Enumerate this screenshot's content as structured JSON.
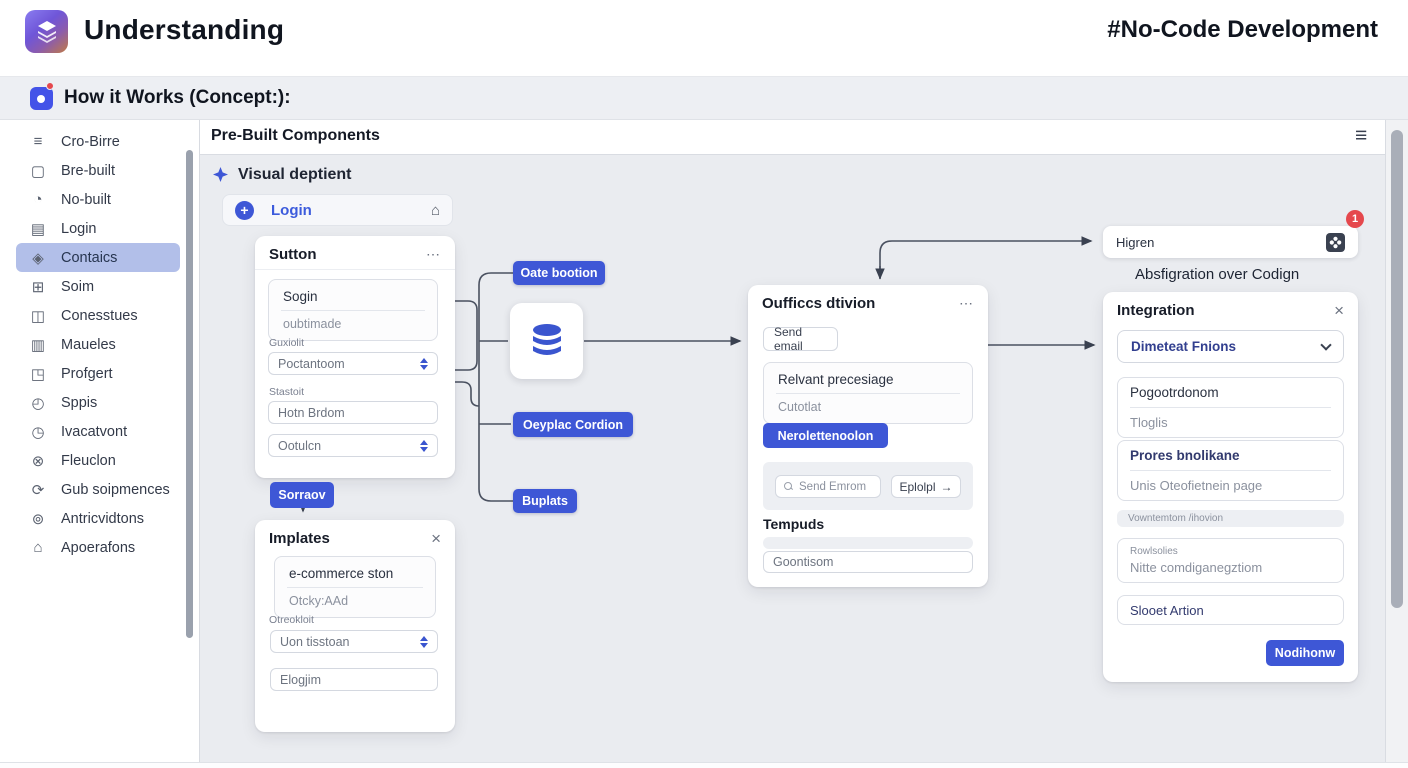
{
  "colors": {
    "accent_blue": "#3e57d6",
    "db_blue": "#3a55cf",
    "badge_red": "#e5484d",
    "selected_item_bg": "#b2bfe9",
    "connector": "#454c5c"
  },
  "header": {
    "title": "Understanding",
    "tag": "#No-Code Development"
  },
  "subheader": {
    "title": "How it Works (Concept:):"
  },
  "sidebar": {
    "selected_index": 4,
    "items": [
      {
        "label": "Cro-Birre",
        "icon": "≡",
        "name": "list"
      },
      {
        "label": "Bre-built",
        "icon": "▢",
        "name": "window"
      },
      {
        "label": "No-built",
        "icon": "◔",
        "name": "pie"
      },
      {
        "label": "Login",
        "icon": "▤",
        "name": "browser"
      },
      {
        "label": "Contaics",
        "icon": "◈",
        "name": "diamond"
      },
      {
        "label": "Soim",
        "icon": "⊞",
        "name": "grid"
      },
      {
        "label": "Conesstues",
        "icon": "◫",
        "name": "card"
      },
      {
        "label": "Maueles",
        "icon": "▥",
        "name": "box"
      },
      {
        "label": "Profgert",
        "icon": "◳",
        "name": "window-corner"
      },
      {
        "label": "Sppis",
        "icon": "◴",
        "name": "gauge"
      },
      {
        "label": "Ivacatvont",
        "icon": "◷",
        "name": "clock"
      },
      {
        "label": "Fleuclon",
        "icon": "⊗",
        "name": "circle-x"
      },
      {
        "label": "Gub soipmences",
        "icon": "⟳",
        "name": "refresh"
      },
      {
        "label": "Antricvidtons",
        "icon": "⊚",
        "name": "help"
      },
      {
        "label": "Apoerafons",
        "icon": "⌂",
        "name": "home"
      }
    ]
  },
  "canvas": {
    "toolbar_title": "Pre-Built Components",
    "menu_icon": "≡",
    "section_title": "Visual deptient",
    "login_chip": {
      "plus": "+",
      "label": "Login",
      "home_icon": "⌂"
    }
  },
  "sutton": {
    "title": "Sutton",
    "menu": "⋯",
    "field_primary": "Sogin",
    "field_secondary": "oubtimade",
    "label1": "Guxiolit",
    "select1": "Poctantoom",
    "label2": "Stastoit",
    "input1": "Hotn Brdom",
    "select2": "Ootulcn",
    "button": "Sorraov"
  },
  "templates": {
    "title": "Implates",
    "close": "×",
    "field_primary": "e-commerce ston",
    "field_secondary": "Otcky:AAd",
    "label1": "Otreokloit",
    "select1": "Uon tisstoan",
    "input1": "Elogjim"
  },
  "pills": {
    "p1": "Oate bootion",
    "p2": "Oeyplac Cordion",
    "p3": "Buplats"
  },
  "ouficce": {
    "title": "Oufficcs dtivion",
    "menu": "⋯",
    "chip": "Send email",
    "field_primary": "Relvant precesiage",
    "field_secondary": "Cutotlat",
    "button": "Nerolettenoolon",
    "search_placeholder": "Send Emrom",
    "action_button": "Eplolpl",
    "action_arrow": "→",
    "section_label": "Tempuds",
    "input": "Goontisom"
  },
  "higren": {
    "label": "Higren",
    "badge": "1",
    "caption": "Absfigration over Codign"
  },
  "integration": {
    "title": "Integration",
    "close": "×",
    "dropdown": "Dimeteat Fnions",
    "box1_title": "Pogootrdonom",
    "box1_sub": "Tloglis",
    "box2_title": "Prores bnolikane",
    "box2_sub": "Unis Oteofietnein page",
    "strip": "Vowntemtom /ihovion",
    "box3_label": "Rowlsolies",
    "box3_value": "Nitte comdiganegztiom",
    "box4": "Slooet Artion",
    "button": "Nodihonw"
  }
}
